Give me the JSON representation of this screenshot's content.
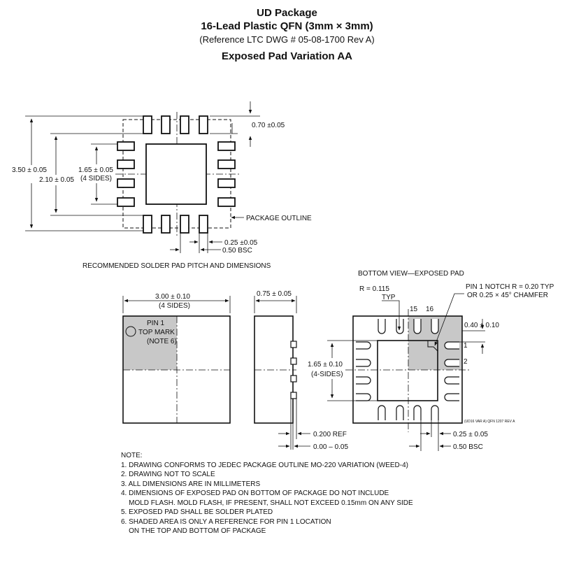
{
  "header": {
    "title": "UD Package",
    "subtitle": "16-Lead Plastic QFN (3mm × 3mm)",
    "reference": "(Reference LTC DWG # 05-08-1700 Rev A)",
    "variation": "Exposed Pad Variation AA"
  },
  "solder_pad_view": {
    "dim_070": "0.70 ±0.05",
    "dim_350": "3.50 ± 0.05",
    "dim_210": "2.10 ± 0.05",
    "dim_165": "1.65 ± 0.05",
    "dim_165_note": "(4 SIDES)",
    "package_outline": "PACKAGE OUTLINE",
    "dim_025": "0.25 ±0.05",
    "dim_050": "0.50 BSC",
    "caption": "RECOMMENDED SOLDER PAD PITCH AND DIMENSIONS"
  },
  "top_view": {
    "dim_300": "3.00 ± 0.10",
    "dim_300_note": "(4 SIDES)",
    "pin1_l1": "PIN 1",
    "pin1_l2": "TOP MARK",
    "pin1_l3": "(NOTE 6)"
  },
  "side_view": {
    "dim_075": "0.75 ± 0.05",
    "dim_0200": "0.200 REF",
    "dim_000": "0.00 – 0.05"
  },
  "bottom_view": {
    "title": "BOTTOM VIEW—EXPOSED PAD",
    "radius": "R = 0.115",
    "radius_typ": "TYP",
    "pin_15": "15",
    "pin_16": "16",
    "notch_l1": "PIN 1 NOTCH R = 0.20 TYP",
    "notch_l2": "OR 0.25 × 45° CHAMFER",
    "dim_040": "0.40 ± 0.10",
    "pin_1": "1",
    "pin_2": "2",
    "dim_165": "1.65 ± 0.10",
    "dim_165_note": "(4-SIDES)",
    "dim_025": "0.25 ± 0.05",
    "dim_050": "0.50 BSC",
    "drawing_id": "(UD16 VAR A) QFN 1207 REV A"
  },
  "notes": {
    "heading": "NOTE:",
    "items": [
      "1. DRAWING CONFORMS TO JEDEC PACKAGE OUTLINE MO-220 VARIATION (WEED-4)",
      "2. DRAWING NOT TO SCALE",
      "3. ALL DIMENSIONS ARE IN MILLIMETERS",
      "4. DIMENSIONS OF EXPOSED PAD ON BOTTOM OF PACKAGE DO NOT INCLUDE",
      "    MOLD FLASH. MOLD FLASH, IF PRESENT, SHALL NOT EXCEED 0.15mm ON ANY SIDE",
      "5. EXPOSED PAD SHALL BE SOLDER PLATED",
      "6. SHADED AREA IS ONLY A REFERENCE FOR PIN 1 LOCATION",
      "    ON THE TOP AND BOTTOM OF PACKAGE"
    ]
  }
}
